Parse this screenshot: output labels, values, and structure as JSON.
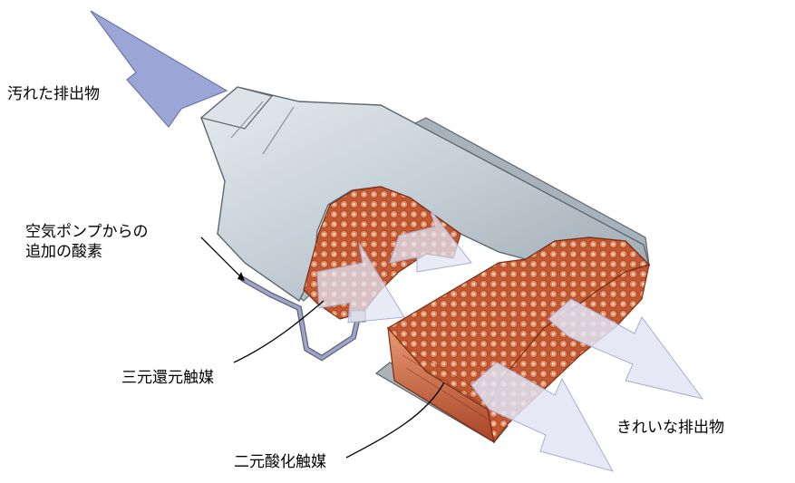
{
  "labels": {
    "dirty_exhaust": "汚れた排出物",
    "air_pump": [
      "空気ポンプからの",
      "追加の酸素"
    ],
    "three_way": "三元還元触媒",
    "two_way": "二元酸化触媒",
    "clean_exhaust": "きれいな排出物"
  },
  "colors": {
    "arrow_in": "#9ba6d6",
    "arrow_out": "#e2e4f4",
    "shell": "#c9d4dc",
    "catalyst": "#d9734a"
  }
}
